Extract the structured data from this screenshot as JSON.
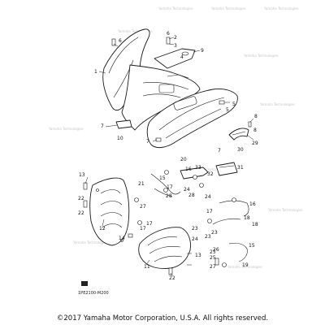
{
  "diagram": {
    "drawing_code": "1PE2100-M200",
    "watermark": "Yamaha Technologies",
    "callouts": [
      {
        "id": "c1",
        "label": "1"
      },
      {
        "id": "c2",
        "label": "2"
      },
      {
        "id": "c3",
        "label": "3"
      },
      {
        "id": "c4",
        "label": "4"
      },
      {
        "id": "c5",
        "label": "5"
      },
      {
        "id": "c6",
        "label": "6"
      },
      {
        "id": "c7",
        "label": "7"
      },
      {
        "id": "c8",
        "label": "8"
      },
      {
        "id": "c9",
        "label": "9"
      },
      {
        "id": "c10",
        "label": "10"
      },
      {
        "id": "c11",
        "label": "11"
      },
      {
        "id": "c12",
        "label": "12"
      },
      {
        "id": "c13",
        "label": "13"
      },
      {
        "id": "c14",
        "label": "14"
      },
      {
        "id": "c15",
        "label": "15"
      },
      {
        "id": "c16",
        "label": "16"
      },
      {
        "id": "c17",
        "label": "17"
      },
      {
        "id": "c18",
        "label": "18"
      },
      {
        "id": "c19",
        "label": "19"
      },
      {
        "id": "c20",
        "label": "20"
      },
      {
        "id": "c21",
        "label": "21"
      },
      {
        "id": "c22",
        "label": "22"
      },
      {
        "id": "c23",
        "label": "23"
      },
      {
        "id": "c24",
        "label": "24"
      },
      {
        "id": "c25",
        "label": "25"
      },
      {
        "id": "c26",
        "label": "26"
      },
      {
        "id": "c27",
        "label": "27"
      },
      {
        "id": "c28",
        "label": "28"
      },
      {
        "id": "c29",
        "label": "29"
      },
      {
        "id": "c30",
        "label": "30"
      },
      {
        "id": "c31",
        "label": "31"
      },
      {
        "id": "c32",
        "label": "32"
      },
      {
        "id": "c33",
        "label": "33"
      },
      {
        "id": "c6b",
        "label": "6"
      },
      {
        "id": "c8b",
        "label": "8"
      },
      {
        "id": "c7b",
        "label": "7"
      },
      {
        "id": "c7c",
        "label": "7"
      },
      {
        "id": "c5b",
        "label": "5"
      },
      {
        "id": "c17b",
        "label": "17"
      },
      {
        "id": "c17c",
        "label": "17"
      },
      {
        "id": "c17d",
        "label": "17"
      },
      {
        "id": "c22b",
        "label": "22"
      },
      {
        "id": "c22c",
        "label": "22"
      },
      {
        "id": "c24b",
        "label": "24"
      },
      {
        "id": "c24c",
        "label": "24"
      },
      {
        "id": "c27b",
        "label": "27"
      },
      {
        "id": "c28b",
        "label": "28"
      },
      {
        "id": "c23b",
        "label": "23"
      },
      {
        "id": "c23c",
        "label": "23"
      },
      {
        "id": "c25b",
        "label": "25"
      },
      {
        "id": "c15b",
        "label": "15"
      },
      {
        "id": "c13b",
        "label": "13"
      },
      {
        "id": "c16b",
        "label": "16"
      },
      {
        "id": "c18b",
        "label": "18"
      }
    ]
  },
  "footer": {
    "copyright": "©2017 Yamaha Motor Corporation, U.S.A. All rights reserved."
  }
}
